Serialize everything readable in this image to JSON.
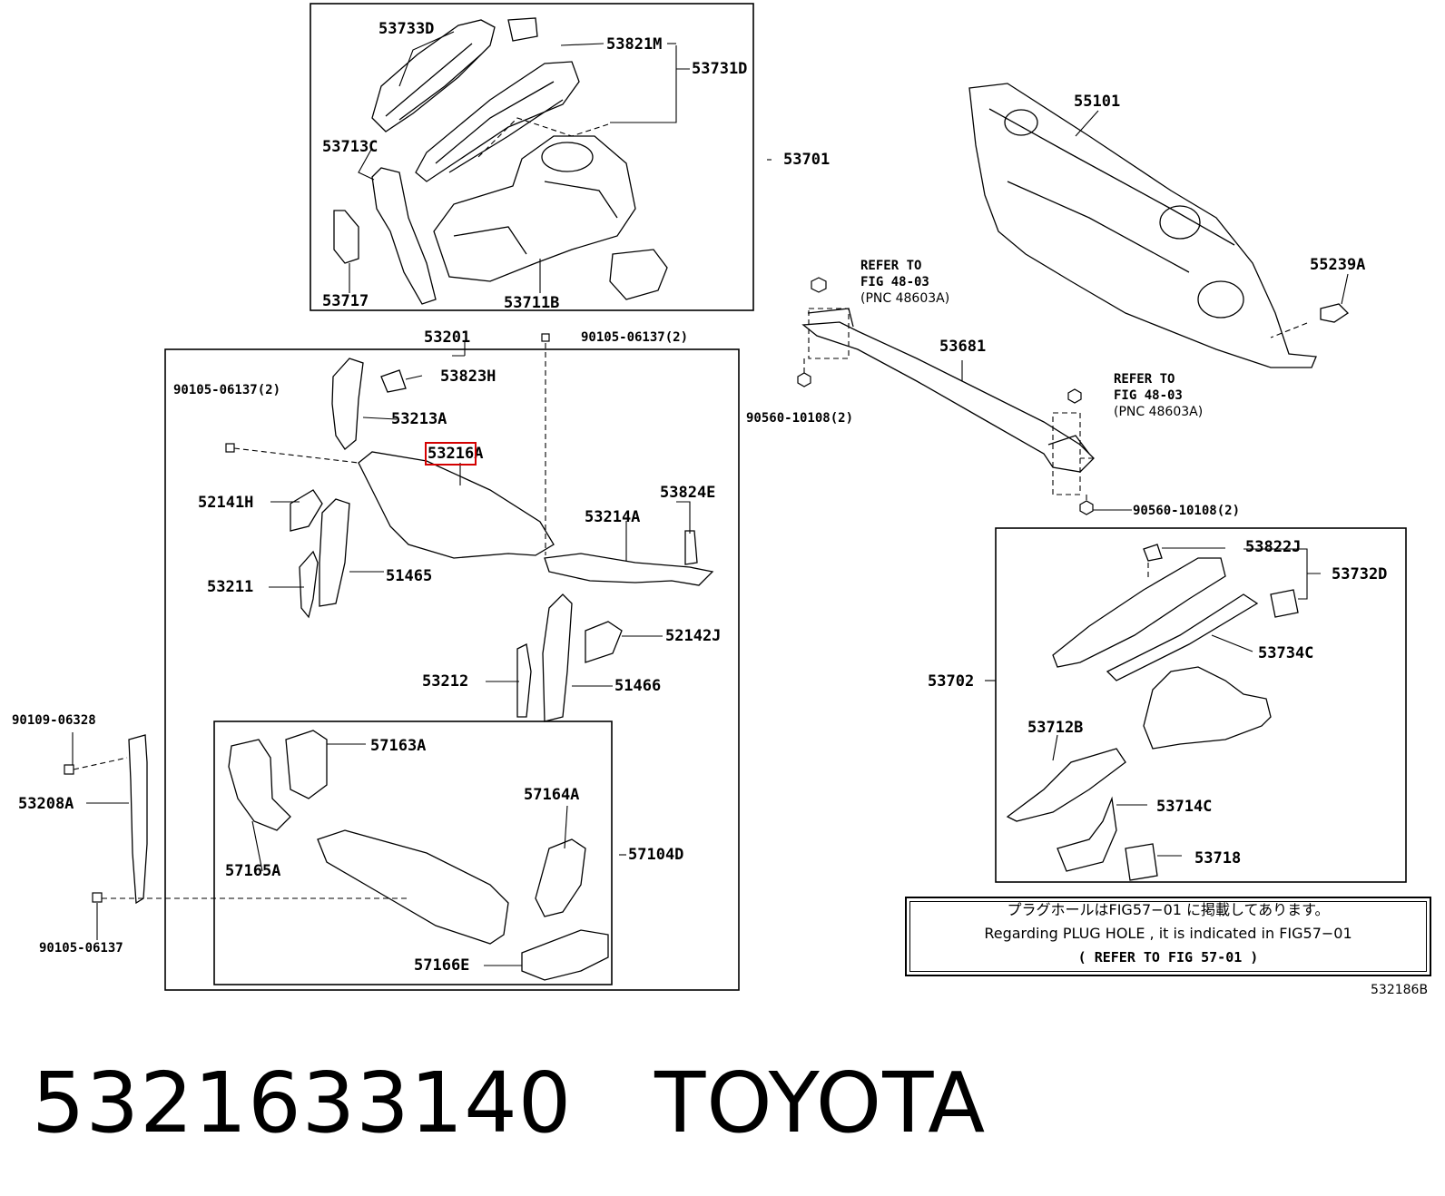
{
  "callouts": {
    "c53733D": "53733D",
    "c53821M": "53821M",
    "c53731D": "53731D",
    "c53713C": "53713C",
    "c53701": "53701",
    "c53717": "53717",
    "c53711B": "53711B",
    "c53201": "53201",
    "c90105_06137_2_top": "90105-06137(2)",
    "c90105_06137_2_left": "90105-06137(2)",
    "c53823H": "53823H",
    "c53213A": "53213A",
    "c53216A_prefix": "53216",
    "c53216A_suffix": "A",
    "c52141H": "52141H",
    "c53824E": "53824E",
    "c53214A": "53214A",
    "c53211": "53211",
    "c51465": "51465",
    "c52142J": "52142J",
    "c53212": "53212",
    "c51466": "51466",
    "c57163A": "57163A",
    "c57164A": "57164A",
    "c57104D": "57104D",
    "c57165A": "57165A",
    "c57166E": "57166E",
    "c90109_06328": "90109-06328",
    "c53208A": "53208A",
    "c90105_06137": "90105-06137",
    "c55101": "55101",
    "c55239A": "55239A",
    "c53681": "53681",
    "c90560_10108_2_left": "90560-10108(2)",
    "c90560_10108_2_right": "90560-10108(2)",
    "c53822J": "53822J",
    "c53732D": "53732D",
    "c53734C": "53734C",
    "c53702": "53702",
    "c53712B": "53712B",
    "c53714C": "53714C",
    "c53718": "53718"
  },
  "refer_top": {
    "l1": "REFER TO",
    "l2": "FIG 48-03",
    "l3": "(PNC 48603A)"
  },
  "refer_right": {
    "l1": "REFER TO",
    "l2": "FIG 48-03",
    "l3": "(PNC 48603A)"
  },
  "note": {
    "line1": "プラグホールはFIG57−01 に掲載してあります。",
    "line2": "Regarding PLUG HOLE , it is indicated in FIG57−01",
    "line3": "(   REFER TO FIG 57-01   )"
  },
  "drawing_number": "532186B",
  "caption": "5321633140   TOYOTA",
  "colors": {
    "line": "#000000",
    "highlight": "#d40000",
    "background": "#ffffff"
  }
}
